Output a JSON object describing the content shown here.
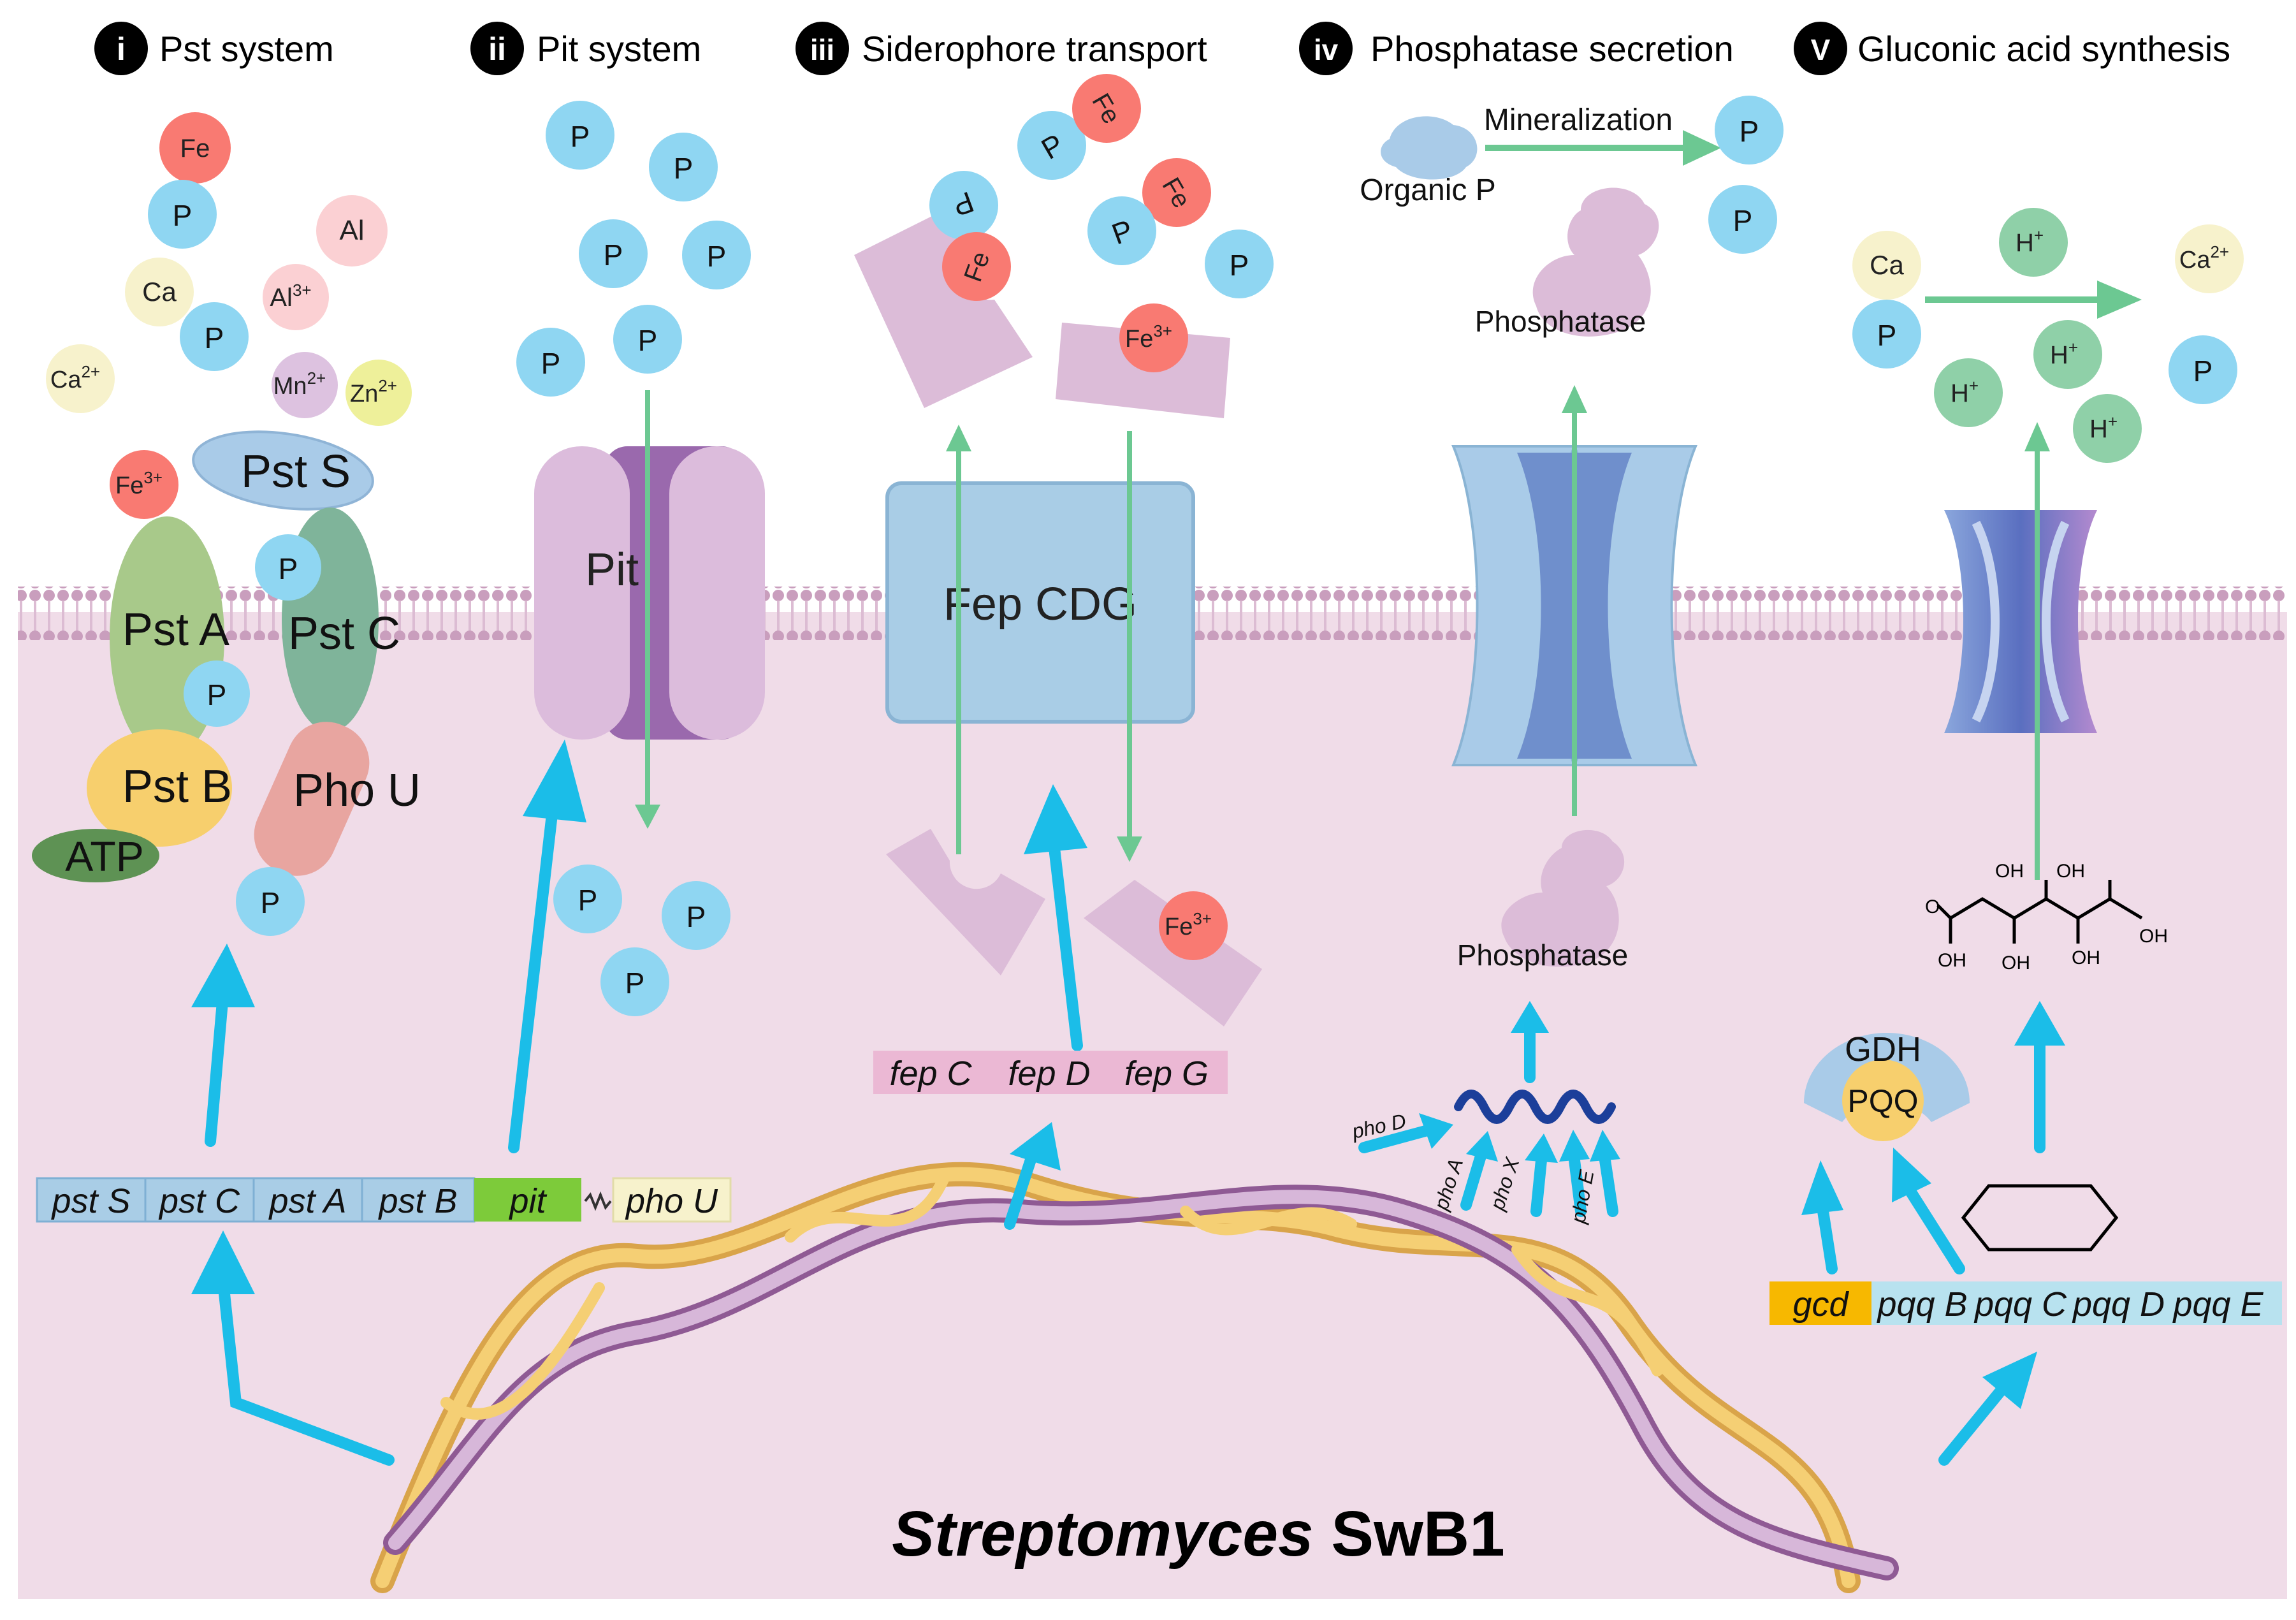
{
  "sections": {
    "s1": {
      "numeral": "i",
      "title": "Pst system"
    },
    "s2": {
      "numeral": "ii",
      "title": "Pit system"
    },
    "s3": {
      "numeral": "iii",
      "title": "Siderophore transport"
    },
    "s4": {
      "numeral": "iv",
      "title": "Phosphatase secretion"
    },
    "s5": {
      "numeral": "V",
      "title": "Gluconic acid synthesis"
    }
  },
  "ions": {
    "p": "P",
    "fe": "Fe",
    "al": "Al",
    "ca": "Ca",
    "al3": "Al",
    "fe3": "Fe",
    "mn2": "Mn",
    "zn2": "Zn",
    "ca2": "Ca",
    "h": "H",
    "sup3": "3+",
    "sup2": "2+",
    "supplus": "+"
  },
  "proteins": {
    "pst_s": "Pst S",
    "pst_a": "Pst A",
    "pst_c": "Pst C",
    "pst_b": "Pst B",
    "pho_u": "Pho U",
    "atp": "ATP",
    "pit": "Pit",
    "fep_cdg": "Fep CDG",
    "phosphatase": "Phosphatase",
    "gdh": "GDH",
    "pqq": "PQQ"
  },
  "labels": {
    "mineralization": "Mineralization",
    "organic_p": "Organic P",
    "organism_italic": "Streptomyces",
    "organism_strain": " SwB1",
    "oh": "OH",
    "o": "O"
  },
  "genes": {
    "pst_operon": [
      "pst S",
      "pst C",
      "pst A",
      "pst B"
    ],
    "pit": "pit",
    "pho_u": "pho U",
    "fep_operon": [
      "fep C",
      "fep D",
      "fep G"
    ],
    "pho": [
      "pho D",
      "pho A",
      "pho X",
      "pho E"
    ],
    "gcd": "gcd",
    "pqq_operon": [
      "pqq B",
      "pqq C",
      "pqq D",
      "pqq E"
    ]
  },
  "colors": {
    "membrane": "#c99ebd",
    "cytoplasm": "#f0dce8",
    "phosphate": "#8fd6f2",
    "iron": "#f97a72",
    "arrow_cyan": "#1bbde8",
    "arrow_green": "#6cc892"
  }
}
